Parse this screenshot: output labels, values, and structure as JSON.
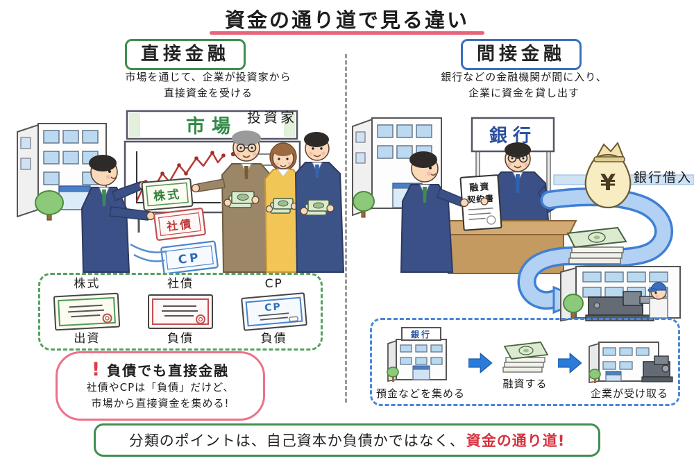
{
  "title": {
    "text": "資金の通り道で見る違い"
  },
  "left": {
    "heading": "直接金融",
    "subtitle": [
      "市場を通じて、企業が投資家から",
      "直接資金を受ける"
    ],
    "scene": {
      "market_sign": "市場",
      "investors_label": "投資家",
      "stock_card": "株式",
      "bond_card": "社債",
      "cp_card": "CP"
    },
    "summary": {
      "items": [
        {
          "top": "株式",
          "bottom": "出資",
          "cert_text": ""
        },
        {
          "top": "社債",
          "bottom": "負債",
          "cert_text": ""
        },
        {
          "top": "CP",
          "bottom": "負債",
          "cert_text": "CP"
        }
      ]
    },
    "callout": {
      "mark": "!",
      "title": "負債でも直接金融",
      "lines": [
        "社債やCPは「負債」だけど、",
        "市場から直接資金を集める!"
      ]
    }
  },
  "right": {
    "heading": "間接金融",
    "subtitle": [
      "銀行などの金融機関が間に入り、",
      "企業に資金を貸し出す"
    ],
    "scene": {
      "bank_sign": "銀行",
      "contract_title_1": "融資",
      "contract_title_2": "契約書",
      "moneybag_symbol": "¥",
      "loan_label": "銀行借入"
    },
    "flow_box": {
      "bank_sign": "銀行",
      "steps": [
        {
          "label": "預金などを集める"
        },
        {
          "label": "融資する"
        },
        {
          "label": "企業が受け取る"
        }
      ]
    }
  },
  "footer": {
    "plain": "分類のポイントは、自己資本か負債かではなく、",
    "highlight": "資金の通り道!"
  },
  "colors": {
    "underline_pink": "#e8637a",
    "direct_green": "#3f8f4f",
    "indirect_blue": "#3a6fbf",
    "highlight_red": "#d7333f",
    "flow_band_blue": "#b3d1f2",
    "flow_arrow_blue": "#2b7cd8",
    "cert_green": "#4f9a58",
    "cert_red": "#c24e52",
    "cert_blue": "#4a84c8",
    "chart_red": "#b93a34"
  }
}
